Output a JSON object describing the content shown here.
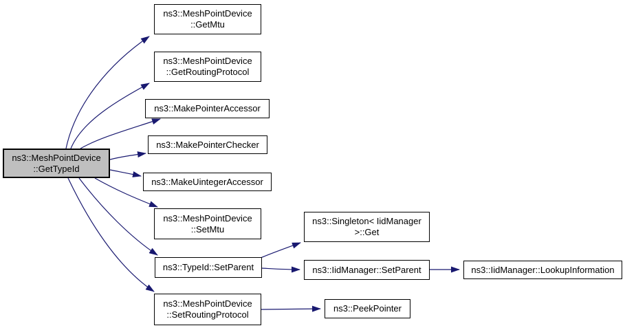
{
  "diagram": {
    "type": "call-graph",
    "focus_node_id": "getTypeId",
    "colors": {
      "edge": "#191970",
      "node_border": "#000000",
      "node_fill": "#ffffff",
      "focus_node_fill": "#bfbfbf",
      "text": "#000000",
      "background": "#ffffff"
    },
    "nodes": [
      {
        "id": "getTypeId",
        "label": "ns3::MeshPointDevice::GetTypeId",
        "lines": [
          "ns3::MeshPointDevice",
          "::GetTypeId"
        ],
        "focus": true
      },
      {
        "id": "getMtu",
        "label": "ns3::MeshPointDevice::GetMtu",
        "lines": [
          "ns3::MeshPointDevice",
          "::GetMtu"
        ],
        "focus": false
      },
      {
        "id": "getRoutingProtocol",
        "label": "ns3::MeshPointDevice::GetRoutingProtocol",
        "lines": [
          "ns3::MeshPointDevice",
          "::GetRoutingProtocol"
        ],
        "focus": false
      },
      {
        "id": "makePointerAccessor",
        "label": "ns3::MakePointerAccessor",
        "lines": [
          "ns3::MakePointerAccessor"
        ],
        "focus": false
      },
      {
        "id": "makePointerChecker",
        "label": "ns3::MakePointerChecker",
        "lines": [
          "ns3::MakePointerChecker"
        ],
        "focus": false
      },
      {
        "id": "makeUintegerAccessor",
        "label": "ns3::MakeUintegerAccessor",
        "lines": [
          "ns3::MakeUintegerAccessor"
        ],
        "focus": false
      },
      {
        "id": "setMtu",
        "label": "ns3::MeshPointDevice::SetMtu",
        "lines": [
          "ns3::MeshPointDevice",
          "::SetMtu"
        ],
        "focus": false
      },
      {
        "id": "typeIdSetParent",
        "label": "ns3::TypeId::SetParent",
        "lines": [
          "ns3::TypeId::SetParent"
        ],
        "focus": false
      },
      {
        "id": "setRoutingProtocol",
        "label": "ns3::MeshPointDevice::SetRoutingProtocol",
        "lines": [
          "ns3::MeshPointDevice",
          "::SetRoutingProtocol"
        ],
        "focus": false
      },
      {
        "id": "singletonGet",
        "label": "ns3::Singleton< IidManager >::Get",
        "lines": [
          "ns3::Singleton< IidManager",
          ">::Get"
        ],
        "focus": false
      },
      {
        "id": "iidManagerSetParent",
        "label": "ns3::IidManager::SetParent",
        "lines": [
          "ns3::IidManager::SetParent"
        ],
        "focus": false
      },
      {
        "id": "lookupInformation",
        "label": "ns3::IidManager::LookupInformation",
        "lines": [
          "ns3::IidManager::LookupInformation"
        ],
        "focus": false
      },
      {
        "id": "peekPointer",
        "label": "ns3::PeekPointer",
        "lines": [
          "ns3::PeekPointer"
        ],
        "focus": false
      }
    ],
    "edges": [
      {
        "from": "getTypeId",
        "to": "getMtu"
      },
      {
        "from": "getTypeId",
        "to": "getRoutingProtocol"
      },
      {
        "from": "getTypeId",
        "to": "makePointerAccessor"
      },
      {
        "from": "getTypeId",
        "to": "makePointerChecker"
      },
      {
        "from": "getTypeId",
        "to": "makeUintegerAccessor"
      },
      {
        "from": "getTypeId",
        "to": "setMtu"
      },
      {
        "from": "getTypeId",
        "to": "typeIdSetParent"
      },
      {
        "from": "getTypeId",
        "to": "setRoutingProtocol"
      },
      {
        "from": "typeIdSetParent",
        "to": "singletonGet"
      },
      {
        "from": "typeIdSetParent",
        "to": "iidManagerSetParent"
      },
      {
        "from": "iidManagerSetParent",
        "to": "lookupInformation"
      },
      {
        "from": "setRoutingProtocol",
        "to": "peekPointer"
      }
    ]
  }
}
